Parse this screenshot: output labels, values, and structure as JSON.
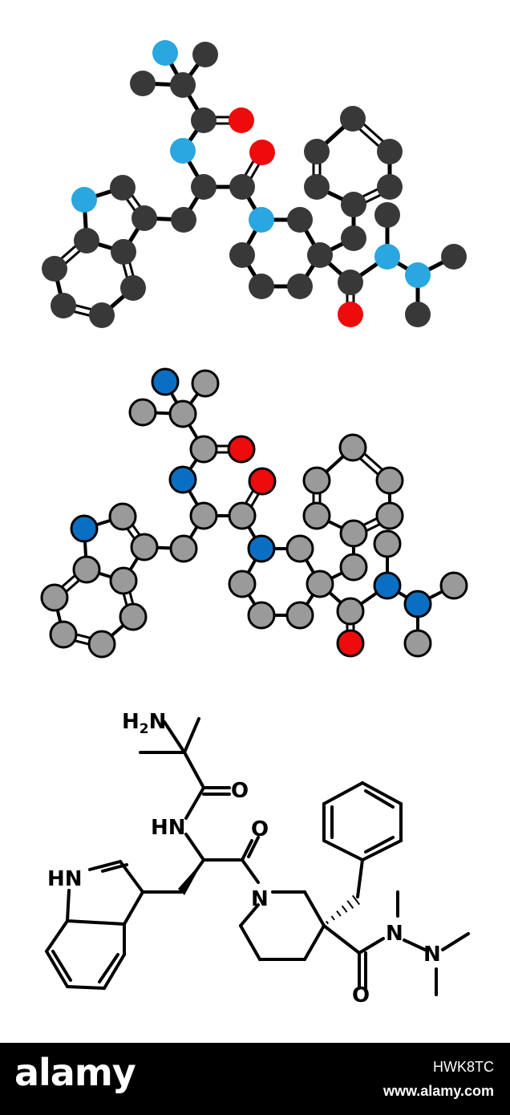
{
  "colors": {
    "carbon_dark": "#383838",
    "carbon_grey": "#9a9a9a",
    "nitrogen_light": "#2aa6e0",
    "nitrogen_dark": "#0a6fc2",
    "oxygen": "#ee0b0b",
    "bond": "#000000",
    "footer_bg": "#000000",
    "footer_text": "#ffffff"
  },
  "structure_labels": {
    "h2n_h": "H",
    "h2n_sub": "2",
    "h2n_n": "N",
    "hn_amide": "HN",
    "o_amide1": "O",
    "o_amide2": "O",
    "hn_indole": "HN",
    "n_piperidine": "N",
    "n_hydrazide1": "N",
    "n_hydrazide2": "N",
    "o_hydrazide": "O"
  },
  "footer": {
    "brand": "alamy",
    "image_id": "HWK8TC",
    "site": "www.alamy.com"
  }
}
